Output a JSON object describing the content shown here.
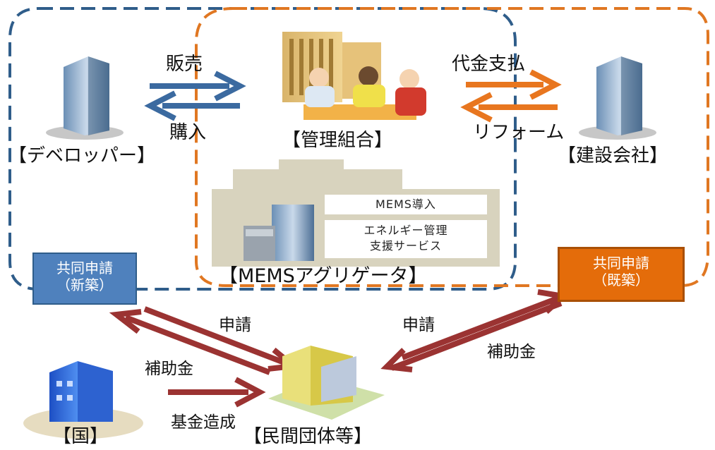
{
  "colors": {
    "blue_dash": "#2f5d8a",
    "orange_dash": "#e07722",
    "blue_arrow": "#3b6aa0",
    "orange_arrow": "#e8761f",
    "red_arrow": "#9b3332",
    "blue_box": "#4f81bd",
    "orange_box": "#e46c0a"
  },
  "labels": {
    "developer": "【デベロッパー】",
    "union": "【管理組合】",
    "construction": "【建設会社】",
    "aggregator": "【MEMSアグリゲータ】",
    "country": "【国】",
    "private": "【民間団体等】",
    "sale": "販売",
    "purchase": "購入",
    "payment": "代金支払",
    "reform": "リフォーム",
    "apply_left": "申請",
    "apply_right": "申請",
    "subsidy_left": "補助金",
    "subsidy_right": "補助金",
    "fund": "基金造成"
  },
  "mems_panel": {
    "intro": "MEMS導入",
    "service_line1": "エネルギー管理",
    "service_line2": "支援サービス"
  },
  "boxes": {
    "new_line1": "共同申請",
    "new_line2": "（新築）",
    "existing_line1": "共同申請",
    "existing_line2": "（既築）"
  }
}
